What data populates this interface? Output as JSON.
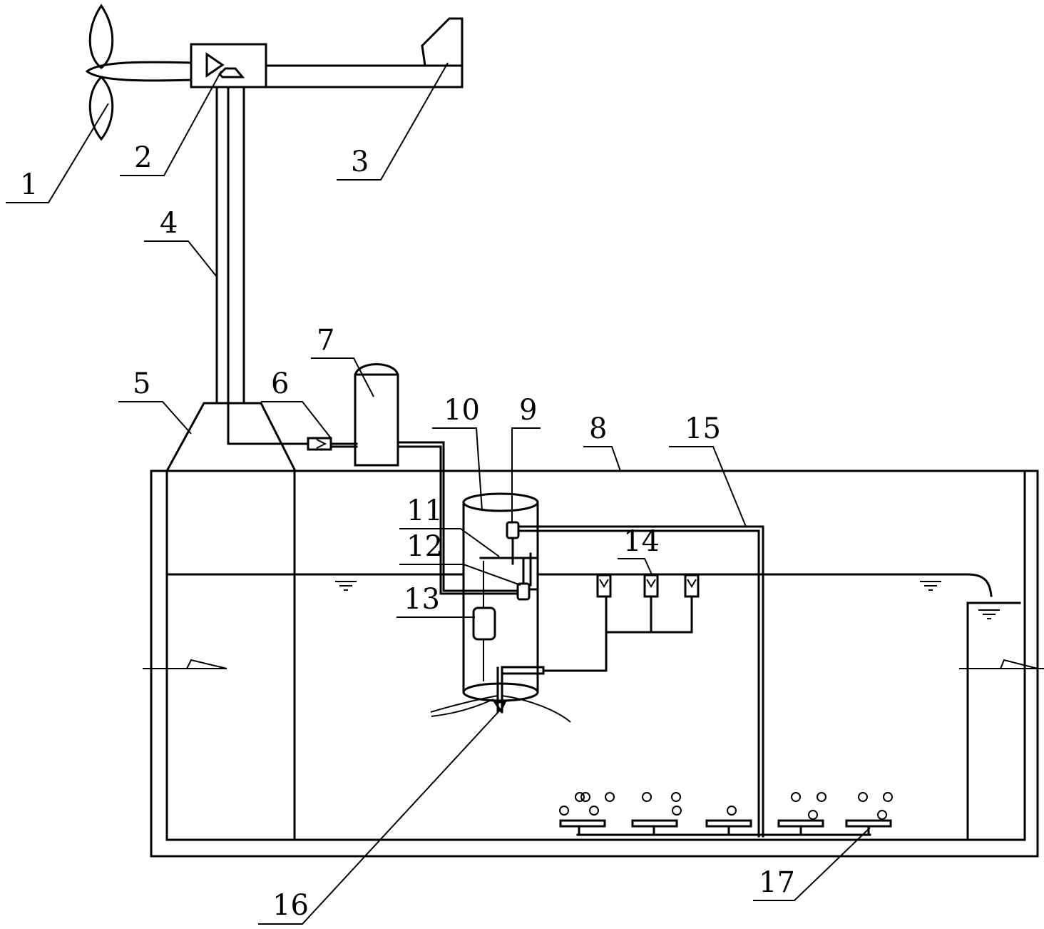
{
  "labels": {
    "l1": "1",
    "l2": "2",
    "l3": "3",
    "l4": "4",
    "l5": "5",
    "l6": "6",
    "l7": "7",
    "l8": "8",
    "l9": "9",
    "l10": "10",
    "l11": "11",
    "l12": "12",
    "l13": "13",
    "l14": "14",
    "l15": "15",
    "l16": "16",
    "l17": "17"
  },
  "colors": {
    "line": "#000000",
    "background": "#ffffff"
  }
}
